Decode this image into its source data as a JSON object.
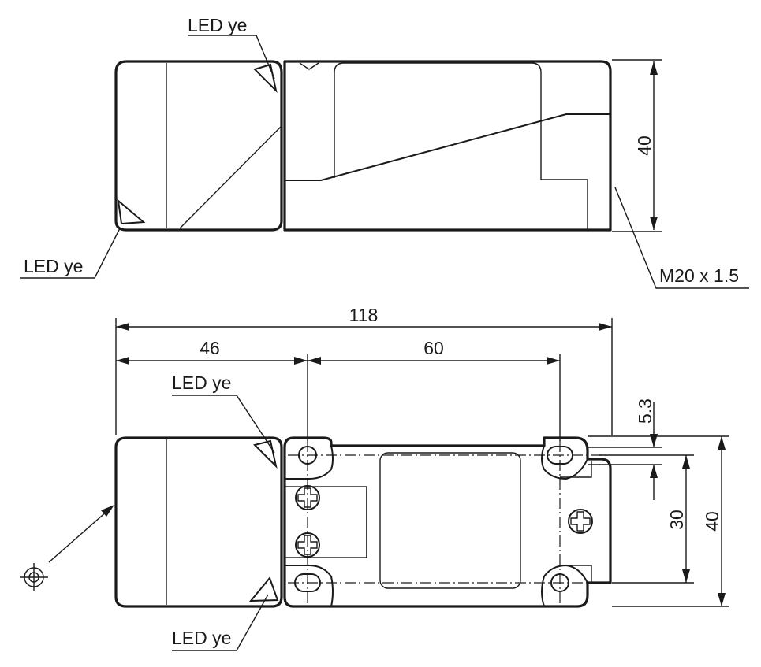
{
  "labels": {
    "led_top_view_upper": "LED ye",
    "led_top_view_lower": "LED ye",
    "led_front_view_upper": "LED ye",
    "led_front_view_lower": "LED ye",
    "thread": "M20 x 1.5"
  },
  "dimensions": {
    "height_top_view": "40",
    "overall_length": "118",
    "head_length": "46",
    "hole_spacing": "60",
    "hole_diameter": "5.3",
    "hole_vertical_spacing": "30",
    "height_front_view": "40"
  }
}
